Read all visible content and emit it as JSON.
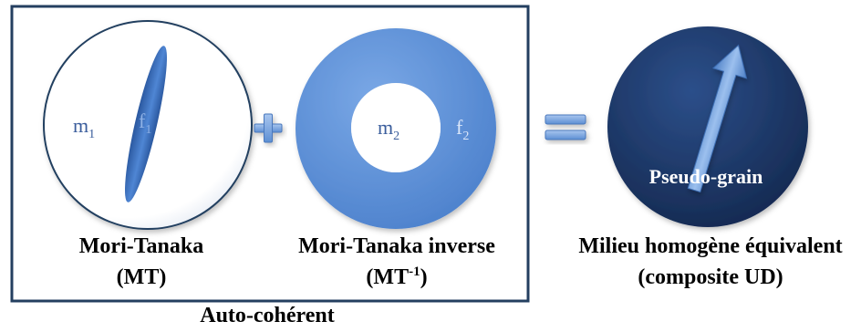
{
  "frame_label": "Auto-cohérent",
  "mori_tanaka": {
    "matrix_label": "m",
    "matrix_index": "1",
    "fiber_label": "f",
    "fiber_index": "1",
    "caption_line1": "Mori-Tanaka",
    "caption_line2": "(MT)"
  },
  "plus_symbol": "+",
  "mori_tanaka_inverse": {
    "matrix_label": "m",
    "matrix_index": "2",
    "fiber_label": "f",
    "fiber_index": "2",
    "caption_line1": "Mori-Tanaka inverse",
    "caption_line2_prefix": "(MT",
    "caption_line2_sup": "-1",
    "caption_line2_suffix": ")"
  },
  "equals_symbol": "=",
  "result": {
    "grain_label": "Pseudo-grain",
    "caption_line1": "Milieu homogène équivalent",
    "caption_line2": "(composite UD)"
  },
  "colors": {
    "frame_stroke": "#243f60",
    "ring_blue": "#5b8fd6",
    "dark_blue": "#1f3a6b",
    "fiber_blue": "#3d6fbf",
    "text_blue": "#3a5d9c",
    "text_light": "#8fb2e6"
  }
}
